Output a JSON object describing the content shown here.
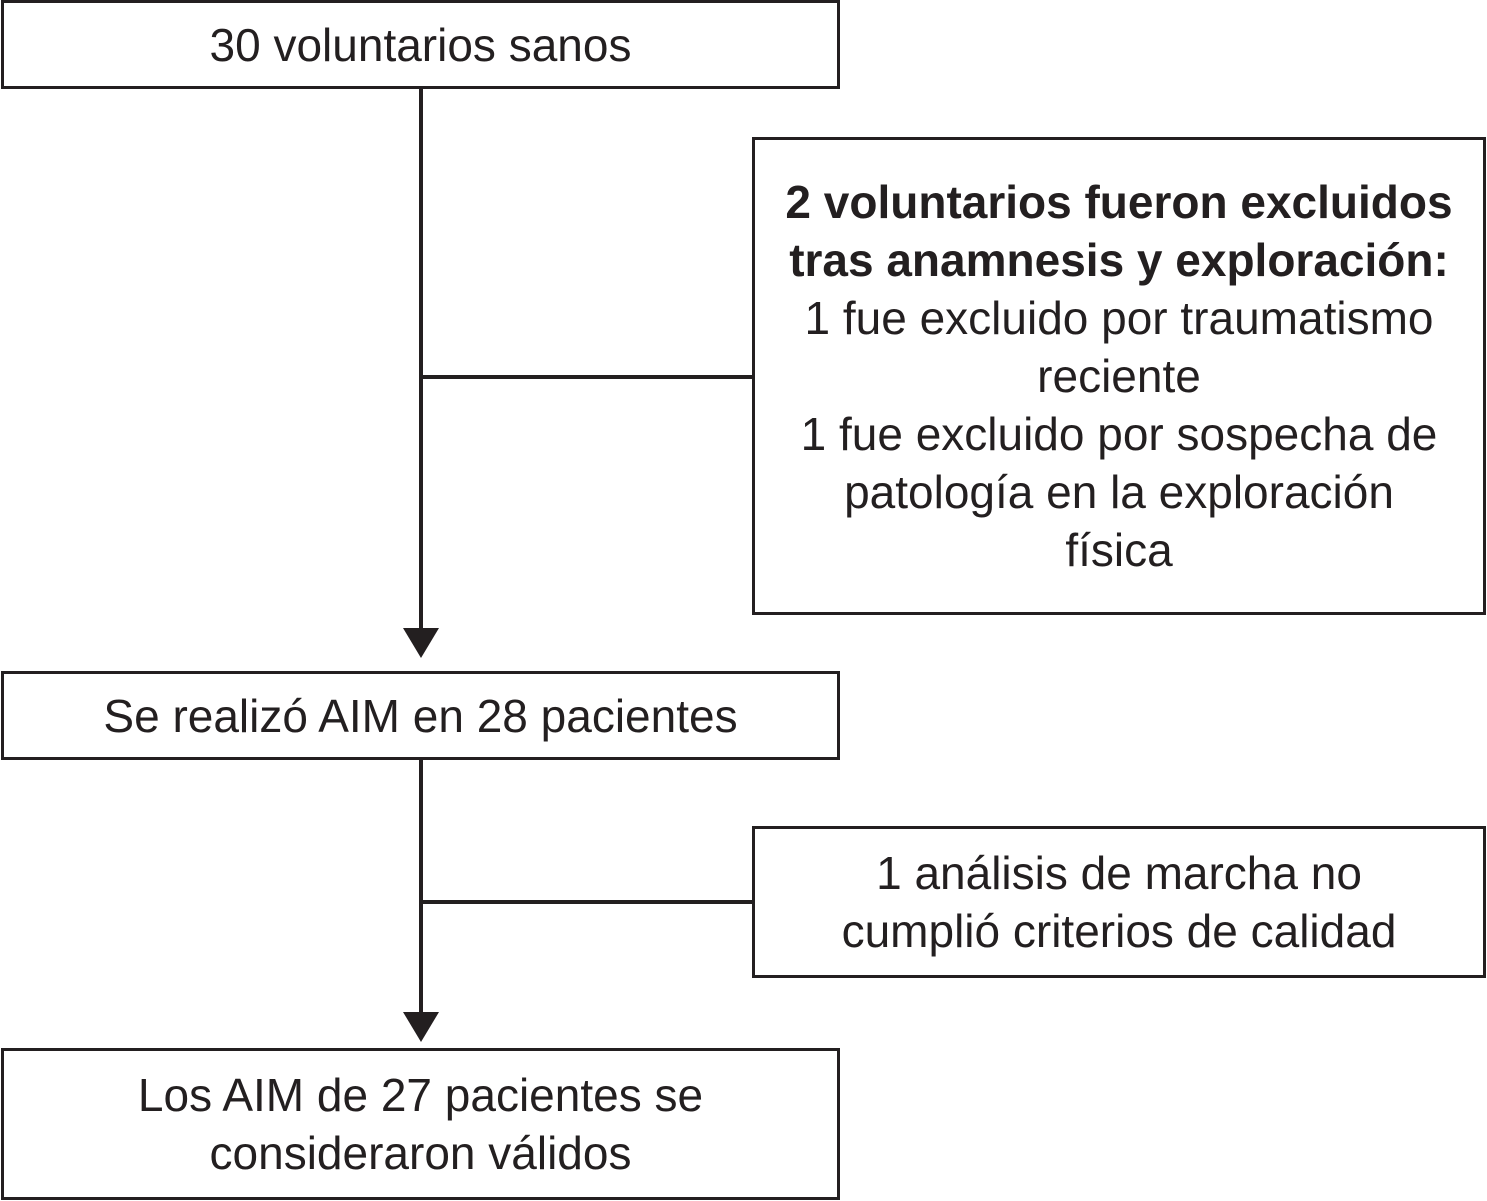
{
  "boxes": {
    "start": {
      "lines": [
        "30 voluntarios sanos"
      ]
    },
    "exclusion1": {
      "heading": [
        "2 voluntarios fueron excluidos",
        "tras anamnesis y exploración:"
      ],
      "lines": [
        "1 fue excluido por traumatismo",
        "reciente",
        "1 fue excluido por sospecha de",
        "patología en la exploración",
        "física"
      ]
    },
    "middle": {
      "lines": [
        "Se realizó AIM en 28 pacientes"
      ]
    },
    "exclusion2": {
      "lines": [
        "1 análisis de marcha no",
        "cumplió criterios de calidad"
      ]
    },
    "end": {
      "lines": [
        "Los AIM de 27 pacientes se",
        "consideraron válidos"
      ]
    }
  },
  "colors": {
    "stroke": "#231f20",
    "background": "#ffffff"
  }
}
